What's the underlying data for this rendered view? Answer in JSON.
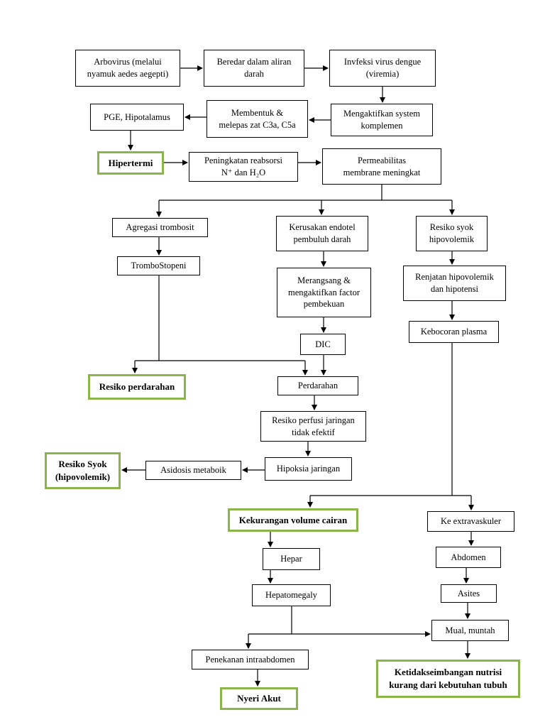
{
  "nodes": {
    "n1": "Arbovirus (melalui\nnyamuk aedes aegepti)",
    "n2": "Beredar dalam aliran\ndarah",
    "n3": "Invfeksi virus dengue\n(viremia)",
    "n4": "Mengaktifkan system\nkomplemen",
    "n5": "Membentuk &\nmelepas zat C3a, C5a",
    "n6": "PGE, Hipotalamus",
    "n7": "Hipertermi",
    "n8": "Peningkatan reabsorsi\nN⁺ dan H₂O",
    "n9": "Permeabilitas\nmembrane meningkat",
    "n10": "Agregasi trombosit",
    "n11": "TromboStopeni",
    "n12": "Kerusakan endotel\npembuluh darah",
    "n13": "Merangsang &\nmengaktifkan factor\npembekuan",
    "n14": "DIC",
    "n15": "Resiko syok\nhipovolemik",
    "n16": "Renjatan hipovolemik\ndan hipotensi",
    "n17": "Kebocoran plasma",
    "n18": "Resiko perdarahan",
    "n19": "Perdarahan",
    "n20": "Resiko perfusi jaringan\ntidak efektif",
    "n21": "Hipoksia jaringan",
    "n22": "Asidosis metaboik",
    "n23": "Resiko Syok\n(hipovolemik)",
    "n24": "Kekurangan volume cairan",
    "n25": "Ke extravaskuler",
    "n26": "Hepar",
    "n27": "Abdomen",
    "n28": "Hepatomegaly",
    "n29": "Asites",
    "n30": "Mual, muntah",
    "n31": "Penekanan intraabdomen",
    "n32": "Ketidakseimbangan nutrisi\nkurang dari kebutuhan tubuh",
    "n33": "Nyeri Akut"
  },
  "colors": {
    "diagnosis_border": "#8bb54a",
    "line": "#000000"
  }
}
